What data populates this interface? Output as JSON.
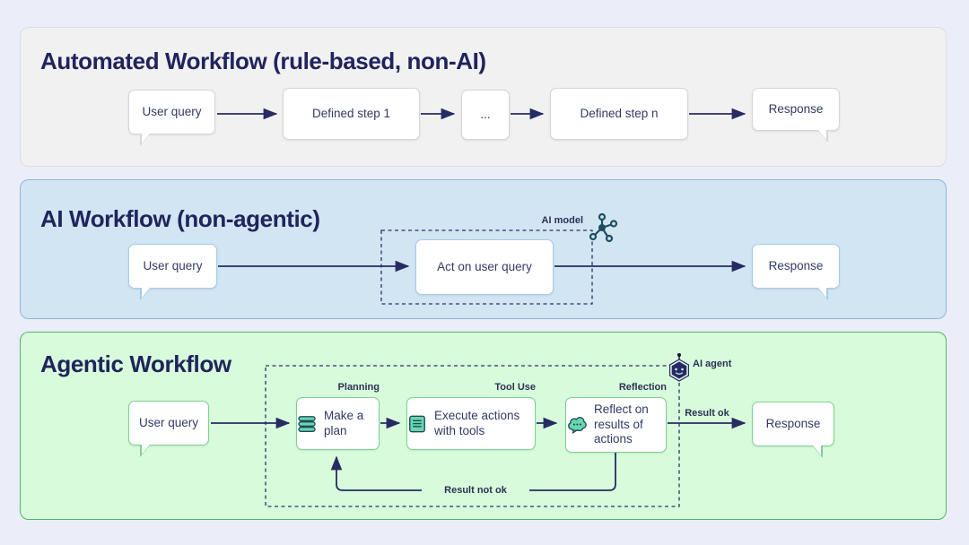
{
  "panel_automated": {
    "title": "Automated Workflow (rule-based, non-AI)",
    "user_query": "User query",
    "step1": "Defined step 1",
    "dots": "...",
    "stepn": "Defined step n",
    "response": "Response"
  },
  "panel_ai": {
    "title": "AI Workflow (non-agentic)",
    "user_query": "User query",
    "act": "Act on user query",
    "response": "Response",
    "model_label": "AI model"
  },
  "panel_agentic": {
    "title": "Agentic Workflow",
    "user_query": "User query",
    "planning_label": "Planning",
    "plan": "Make a plan",
    "tool_use_label": "Tool Use",
    "execute": "Execute actions with tools",
    "reflection_label": "Reflection",
    "reflect": "Reflect on results of actions",
    "result_ok": "Result ok",
    "result_not_ok": "Result not ok",
    "response": "Response",
    "agent_label": "AI agent"
  },
  "colors": {
    "page_bg": "#ebedf8",
    "ink": "#262b63",
    "panel1_bg": "#f1f1f2",
    "panel1_border": "#dcdcdf",
    "panel2_bg": "#d2e5f3",
    "panel2_border": "#8ab9dc",
    "panel3_bg": "#d8fcdb",
    "panel3_border": "#54b46a",
    "icon_mint": "#68d7ae",
    "icon_dark_teal": "#1f4a5a"
  }
}
